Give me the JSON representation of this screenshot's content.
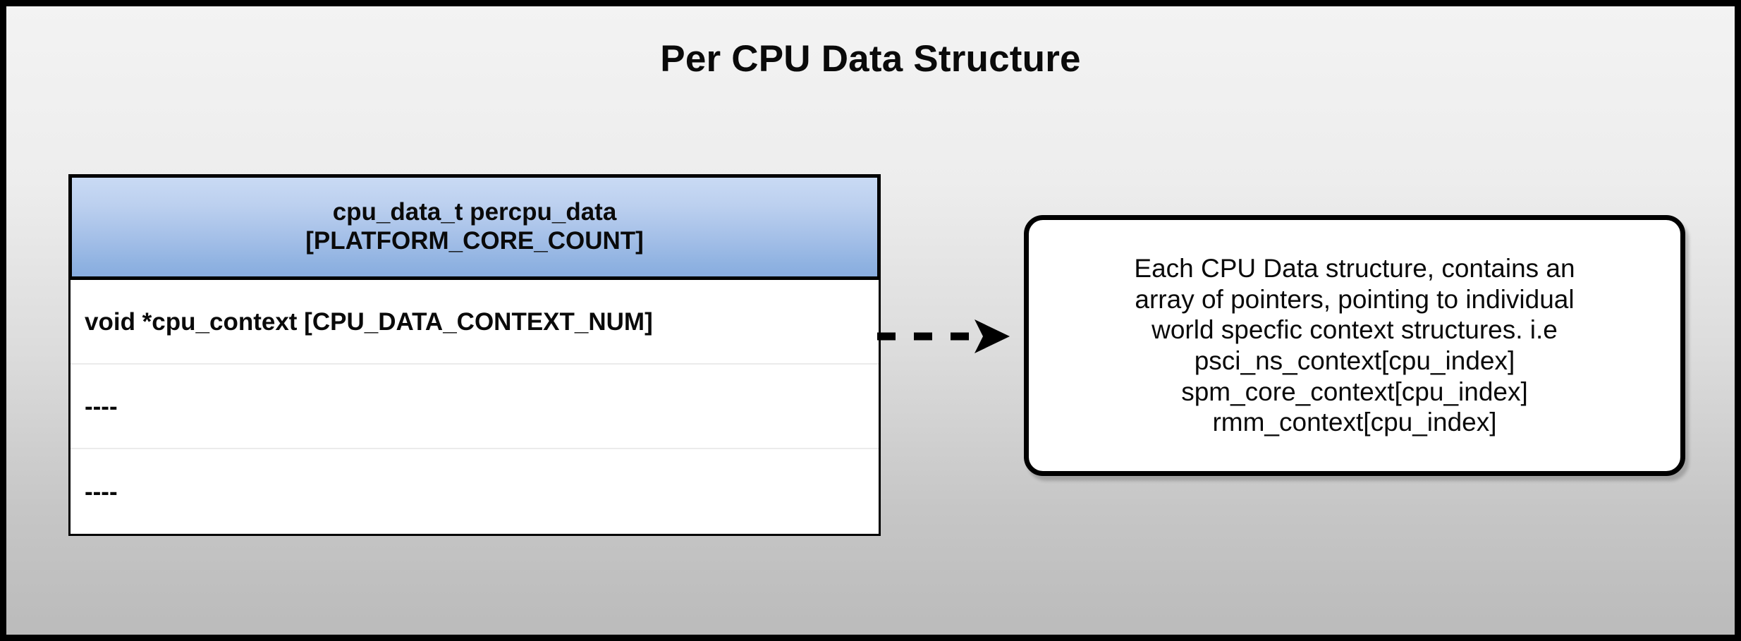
{
  "title": "Per CPU Data Structure",
  "struct_table": {
    "header_lines": [
      "cpu_data_t percpu_data",
      "[PLATFORM_CORE_COUNT]"
    ],
    "rows": [
      {
        "text": "void *cpu_context [CPU_DATA_CONTEXT_NUM]"
      },
      {
        "text": "----"
      },
      {
        "text": "----"
      }
    ]
  },
  "arrow": {
    "style": "dashed",
    "direction": "right",
    "head": "solid-concave"
  },
  "note": {
    "lines": [
      "Each CPU Data structure, contains an",
      "array of pointers, pointing to individual",
      "world specfic context structures. i.e",
      "psci_ns_context[cpu_index]",
      "spm_core_context[cpu_index]",
      "rmm_context[cpu_index]"
    ]
  },
  "colors": {
    "background_top": "#f3f3f3",
    "background_bottom": "#bbbbbb",
    "header_gradient_top": "#c9daf4",
    "header_gradient_bottom": "#89ade0",
    "stroke": "#000000",
    "row_background": "#ffffff",
    "row_divider": "#ebebeb",
    "text": "#0a0a0a"
  }
}
